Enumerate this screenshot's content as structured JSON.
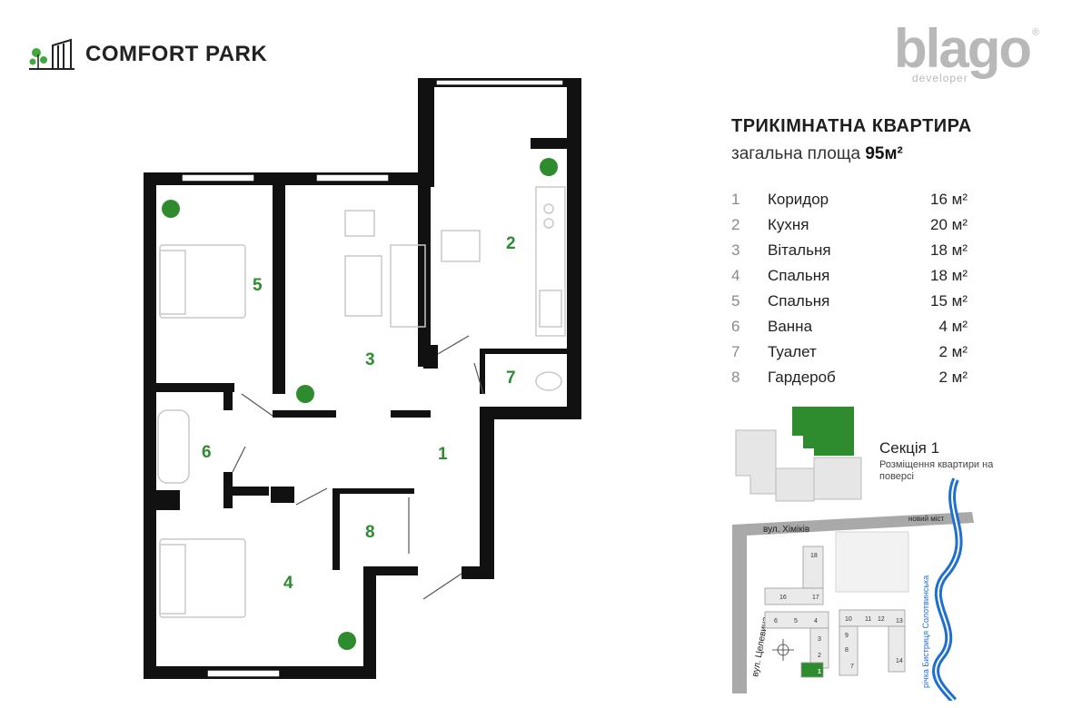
{
  "brand": {
    "name": "COMFORT PARK",
    "leaf_color": "#3fa83f"
  },
  "developer": {
    "name": "blago",
    "subtitle": "developer",
    "registered": "®"
  },
  "apartment": {
    "title": "ТРИКІМНАТНА КВАРТИРА",
    "area_label": "загальна площа ",
    "area_value": "95м²"
  },
  "rooms": [
    {
      "num": "1",
      "name": "Коридор",
      "area": "16 м²"
    },
    {
      "num": "2",
      "name": "Кухня",
      "area": "20 м²"
    },
    {
      "num": "3",
      "name": "Вітальня",
      "area": "18 м²"
    },
    {
      "num": "4",
      "name": "Спальня",
      "area": "18 м²"
    },
    {
      "num": "5",
      "name": "Спальня",
      "area": "15 м²"
    },
    {
      "num": "6",
      "name": "Ванна",
      "area": "4 м²"
    },
    {
      "num": "7",
      "name": "Туалет",
      "area": "2 м²"
    },
    {
      "num": "8",
      "name": "Гардероб",
      "area": "2 м²"
    }
  ],
  "floor_section": {
    "title": "Секція 1",
    "subtitle": "Розміщення квартири на поверсі",
    "highlight_color": "#2e8b2e"
  },
  "site_map": {
    "street_top": "вул. Хіміків",
    "street_left": "вул. Целевича",
    "bridge": "новий міст",
    "river": "річка Бистриця Солотвинська",
    "buildings": [
      "18",
      "16",
      "17",
      "6",
      "5",
      "4",
      "3",
      "2",
      "1",
      "10",
      "11",
      "12",
      "13",
      "9",
      "8",
      "7",
      "14"
    ],
    "river_color": "#1f6fd1"
  },
  "plan": {
    "labels": [
      "1",
      "2",
      "3",
      "4",
      "5",
      "6",
      "7",
      "8"
    ],
    "wall_color": "#111111",
    "label_color": "#2e8b2e"
  }
}
